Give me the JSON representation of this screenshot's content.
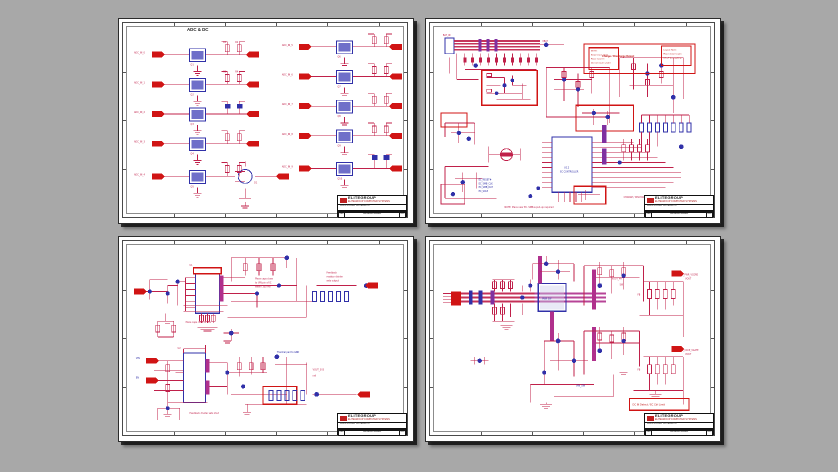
{
  "viewer": {
    "background_color": "#a8a8a8",
    "layout": "2x2-page-grid",
    "page_count": 4
  },
  "brand": {
    "name": "ELITEGROUP",
    "tagline": "ELITEGROUP COMPUTER SYSTEMS",
    "logo_color": "#c02020"
  },
  "pages": [
    {
      "id": "page-1",
      "position": "top-left",
      "sheet_title": "ADC & DC",
      "title_block": {
        "brand": "ELITEGROUP",
        "tagline": "ELITEGROUP COMPUTER SYSTEMS",
        "project": "MAIN BOARD SCHEMATIC",
        "cells": [
          "Size",
          "Document Number",
          "Rev"
        ],
        "footer": "Date:    Sheet    of"
      },
      "notes": []
    },
    {
      "id": "page-2",
      "position": "top-right",
      "sheet_title": "",
      "title_block": {
        "brand": "ELITEGROUP",
        "tagline": "ELITEGROUP COMPUTER SYSTEMS",
        "project": "MAIN BOARD SCHEMATIC",
        "cells": [
          "Size",
          "Document Number",
          "Rev"
        ],
        "footer": "Date:    Sheet    of"
      },
      "notes": [
        {
          "text": "Charge / Discharge Detect",
          "color": "#c01414"
        },
        {
          "text": "NOTE:\nKeep trace short\nPlace near IC\nDo not route under",
          "color": "#c01818"
        },
        {
          "text": "Layout Note:\nPlace close to pin\n0.1uF decoupling",
          "color": "#c01818"
        },
        {
          "text": "SMBus pull-up\nto 3V3_SUS",
          "color": "#c01818"
        },
        {
          "text": "EC_RESET#\nEC_SMB_CLK\nEC_SMB_DAT\nEC_SCI#",
          "color": "#2020a0"
        }
      ]
    },
    {
      "id": "page-3",
      "position": "bottom-left",
      "sheet_title": "",
      "title_block": {
        "brand": "ELITEGROUP",
        "tagline": "ELITEGROUP COMPUTER SYSTEMS",
        "project": "MAIN BOARD SCHEMATIC",
        "cells": [
          "Size",
          "Document Number",
          "Rev"
        ],
        "footer": "Date:    Sheet    of"
      },
      "notes": [
        {
          "text": "Place caps close\nto VIN pin of IC\nwithin 100 mil",
          "color": "#c01818"
        },
        {
          "text": "Feedback\nresistor divider\nsets output",
          "color": "#c01818"
        },
        {
          "text": "Thermal pad to GND",
          "color": "#2020a0"
        }
      ]
    },
    {
      "id": "page-4",
      "position": "bottom-right",
      "sheet_title": "",
      "title_block": {
        "brand": "ELITEGROUP",
        "tagline": "ELITEGROUP COMPUTER SYSTEMS",
        "project": "MAIN BOARD SCHEMATIC",
        "cells": [
          "Size",
          "Document Number",
          "Rev"
        ],
        "footer": "Date:    Sheet    of"
      },
      "notes": [
        {
          "text": "DC IN Detect / EC Ctrl Limit",
          "color": "#c01818"
        },
        {
          "text": "VIN_SW",
          "color": "#2020a0"
        },
        {
          "text": "SYS_PWR_VCORE\nVOUT",
          "color": "#c01818"
        },
        {
          "text": "SYS_VCCP_VGATE\nVOUT",
          "color": "#c01818"
        }
      ]
    }
  ],
  "colors": {
    "wire_red": "#c0204a",
    "wire_magenta": "#b0308c",
    "component_blue": "#3030a8",
    "component_purple": "#7028a0",
    "net_label_red": "#d01414",
    "annotation_red": "#d01414",
    "page_white": "#ffffff",
    "page_border": "#2b2b2b"
  }
}
